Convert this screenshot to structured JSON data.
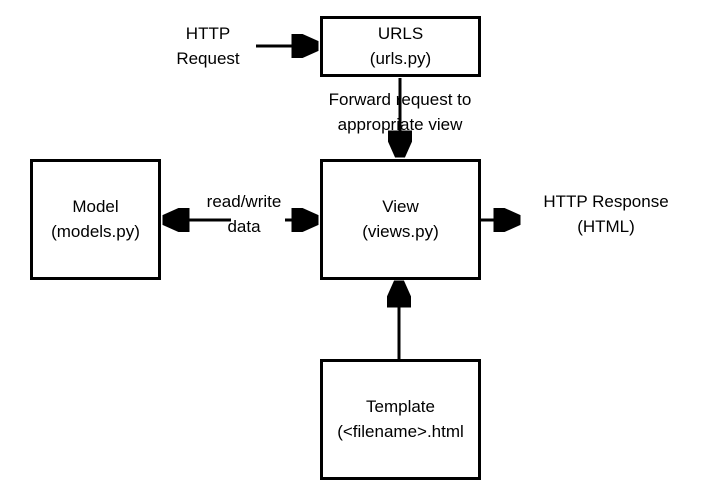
{
  "diagram": {
    "title": "Django request/response flow",
    "background_color": "#ffffff",
    "stroke_color": "#000000",
    "nodes": [
      {
        "id": "urls",
        "name": "urls-box",
        "line1": "URLS",
        "line2": "(urls.py)"
      },
      {
        "id": "model",
        "name": "model-box",
        "line1": "Model",
        "line2": "(models.py)"
      },
      {
        "id": "view",
        "name": "view-box",
        "line1": "View",
        "line2": "(views.py)"
      },
      {
        "id": "template",
        "name": "template-box",
        "line1": "Template",
        "line2": "(<filename>.html"
      }
    ],
    "labels": [
      {
        "id": "http_request",
        "line1": "HTTP",
        "line2": "Request"
      },
      {
        "id": "forward_request",
        "line1": "Forward request to",
        "line2": "appropriate view"
      },
      {
        "id": "read_write",
        "line1": "read/write",
        "line2": "data"
      },
      {
        "id": "http_response",
        "line1": "HTTP Response",
        "line2": "(HTML)"
      }
    ],
    "edges": [
      {
        "id": "request-to-urls",
        "from": "http-request-label",
        "to": "urls"
      },
      {
        "id": "urls-to-view",
        "from": "urls",
        "to": "view"
      },
      {
        "id": "view-to-model",
        "from": "view",
        "to": "model"
      },
      {
        "id": "model-to-view",
        "from": "model",
        "to": "view"
      },
      {
        "id": "view-to-response",
        "from": "view",
        "to": "http-response-label"
      },
      {
        "id": "template-to-view",
        "from": "template",
        "to": "view"
      }
    ]
  }
}
